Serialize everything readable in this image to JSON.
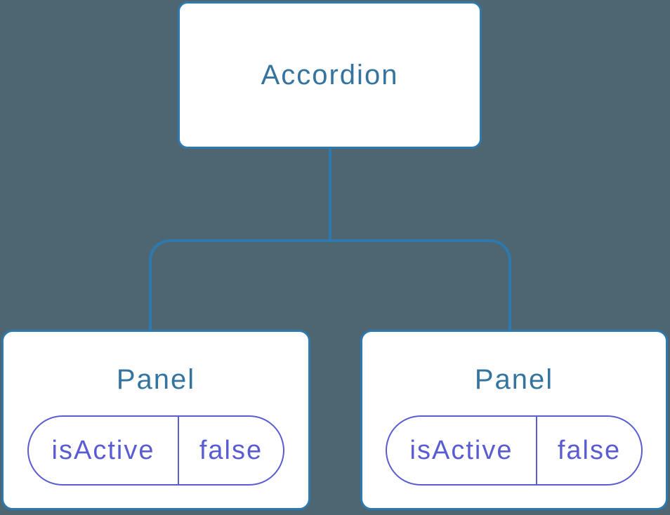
{
  "diagram": {
    "root": {
      "label": "Accordion"
    },
    "panels": [
      {
        "label": "Panel",
        "state_key": "isActive",
        "state_value": "false"
      },
      {
        "label": "Panel",
        "state_key": "isActive",
        "state_value": "false"
      }
    ],
    "colors": {
      "background": "#4d6671",
      "node_fill": "#ffffff",
      "node_border": "#2e79ae",
      "connector": "#2e79ae",
      "node_text": "#34749f",
      "state_accent": "#5a5cd1"
    }
  }
}
